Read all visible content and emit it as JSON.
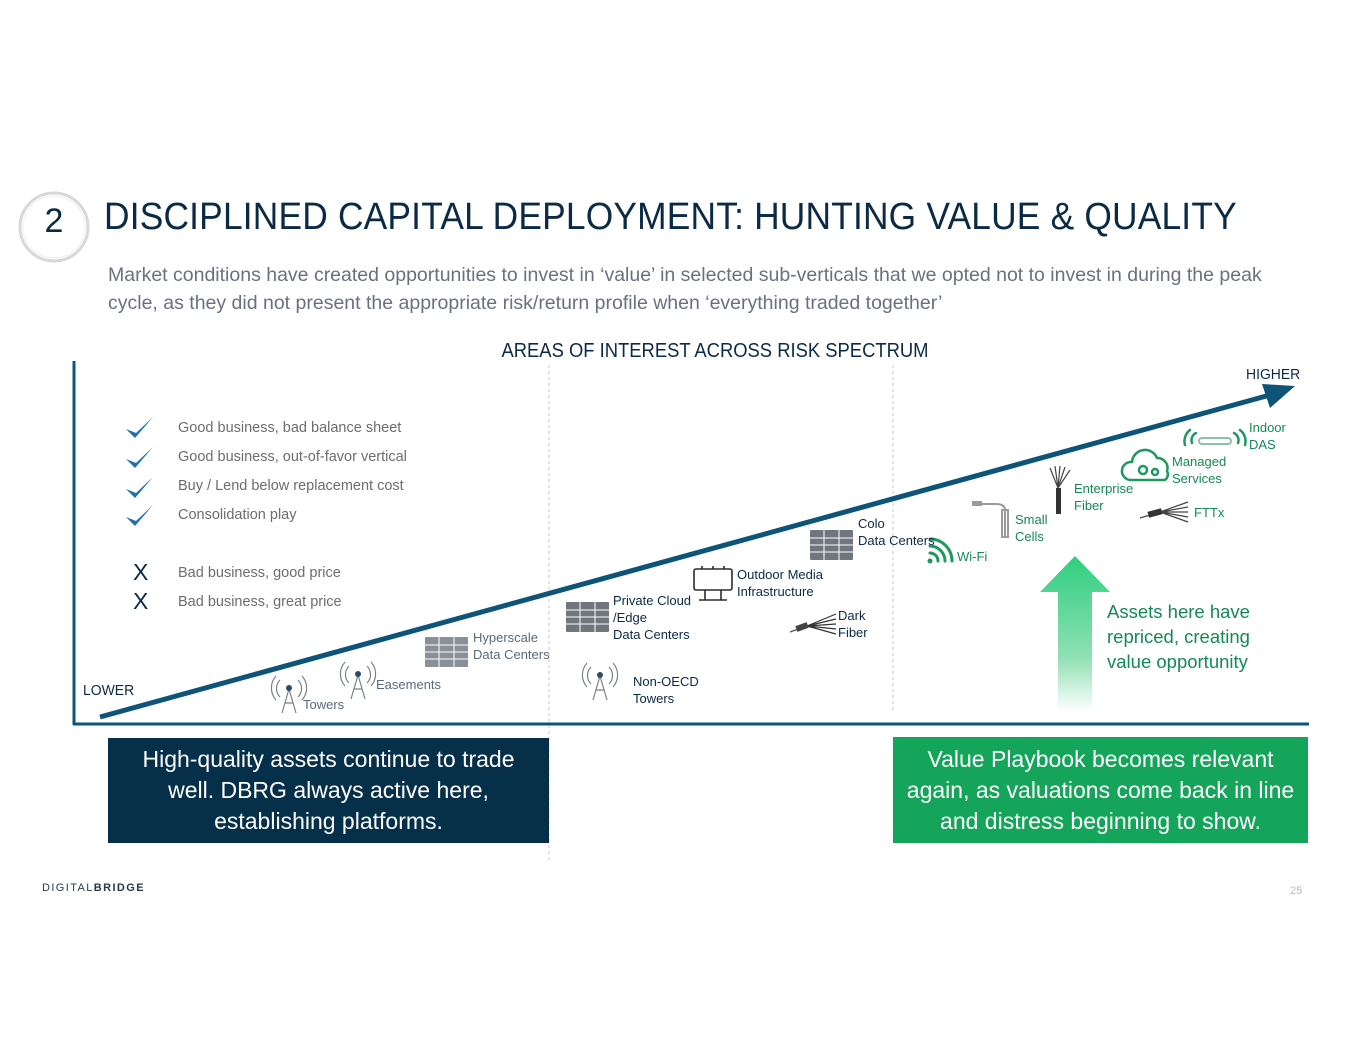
{
  "section_number": "2",
  "title": "DISCIPLINED CAPITAL DEPLOYMENT: HUNTING VALUE & QUALITY",
  "subtitle": "Market conditions have created opportunities to invest in ‘value’ in selected sub-verticals that we opted not to invest in during the peak cycle, as they did not present the appropriate risk/return profile when ‘everything traded together’",
  "chart": {
    "title": "AREAS OF INTEREST ACROSS RISK SPECTRUM",
    "axis_high": "HIGHER",
    "axis_low": "LOWER"
  },
  "criteria": {
    "positive": [
      "Good business, bad balance sheet",
      "Good business, out-of-favor vertical",
      "Buy / Lend below replacement cost",
      "Consolidation play"
    ],
    "negative": [
      "Bad business, good price",
      "Bad business, great price"
    ],
    "check_symbol": "✓",
    "x_symbol": "X"
  },
  "assets": {
    "towers": "Towers",
    "easements": "Easements",
    "hyperscale": [
      "Hyperscale",
      "Data Centers"
    ],
    "private_cloud": [
      "Private Cloud",
      "/Edge",
      "Data Centers"
    ],
    "non_oecd": [
      "Non-OECD",
      "Towers"
    ],
    "outdoor_media": [
      "Outdoor Media",
      "Infrastructure"
    ],
    "dark_fiber": [
      "Dark",
      "Fiber"
    ],
    "colo": [
      "Colo",
      "Data Centers"
    ],
    "wifi": "Wi-Fi",
    "small_cells": [
      "Small",
      "Cells"
    ],
    "enterprise_fiber": [
      "Enterprise",
      "Fiber"
    ],
    "managed_services": [
      "Managed",
      "Services"
    ],
    "fttx": "FTTx",
    "indoor_das": [
      "Indoor",
      "DAS"
    ]
  },
  "callout": "Assets here have repriced, creating value opportunity",
  "box_left": "High-quality assets continue to trade well.  DBRG always active here, establishing platforms.",
  "box_right": "Value Playbook becomes relevant again, as valuations come back in line and distress beginning to show.",
  "logo": {
    "part1": "DIGITAL",
    "part2": "BRIDGE"
  },
  "page_number": "25",
  "colors": {
    "navy": "#0b2a45",
    "arrow": "#0d5478",
    "green": "#14a55a",
    "dark_box": "#06304a"
  },
  "icons": [
    "check-icon",
    "x-icon",
    "tower-icon",
    "server-icon",
    "billboard-icon",
    "fiber-icon",
    "wifi-icon",
    "streetlight-icon",
    "cloud-gear-icon",
    "das-icon",
    "up-arrow-icon"
  ]
}
